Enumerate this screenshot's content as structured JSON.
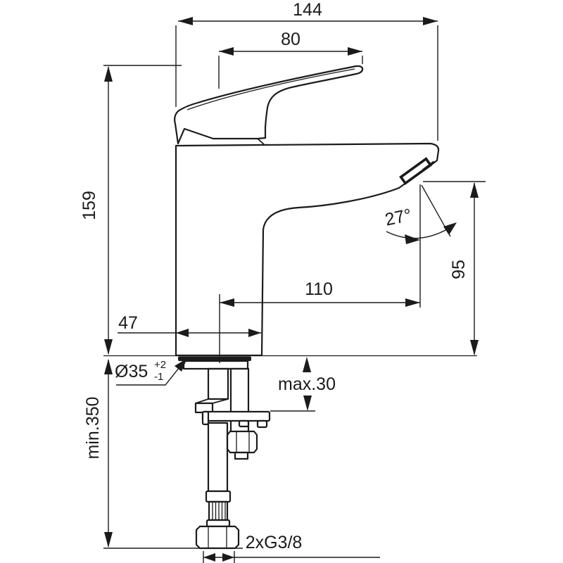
{
  "drawing": {
    "subject": "single-lever basin mixer side-view dimensional drawing",
    "dims": {
      "overall_width": "144",
      "handle_reach": "80",
      "body_height": "159",
      "spout_reach": "110",
      "base_width": "47",
      "outlet_height": "95",
      "spout_angle": "27°",
      "hole_diameter": "Ø35",
      "hole_tolerance_plus": "+2",
      "hole_tolerance_minus": "-1",
      "max_deck_thickness": "max.30",
      "min_hose_length": "min.350",
      "connection_thread": "2xG3/8"
    },
    "colors": {
      "line": "#1b1b1b",
      "background": "#ffffff"
    }
  }
}
